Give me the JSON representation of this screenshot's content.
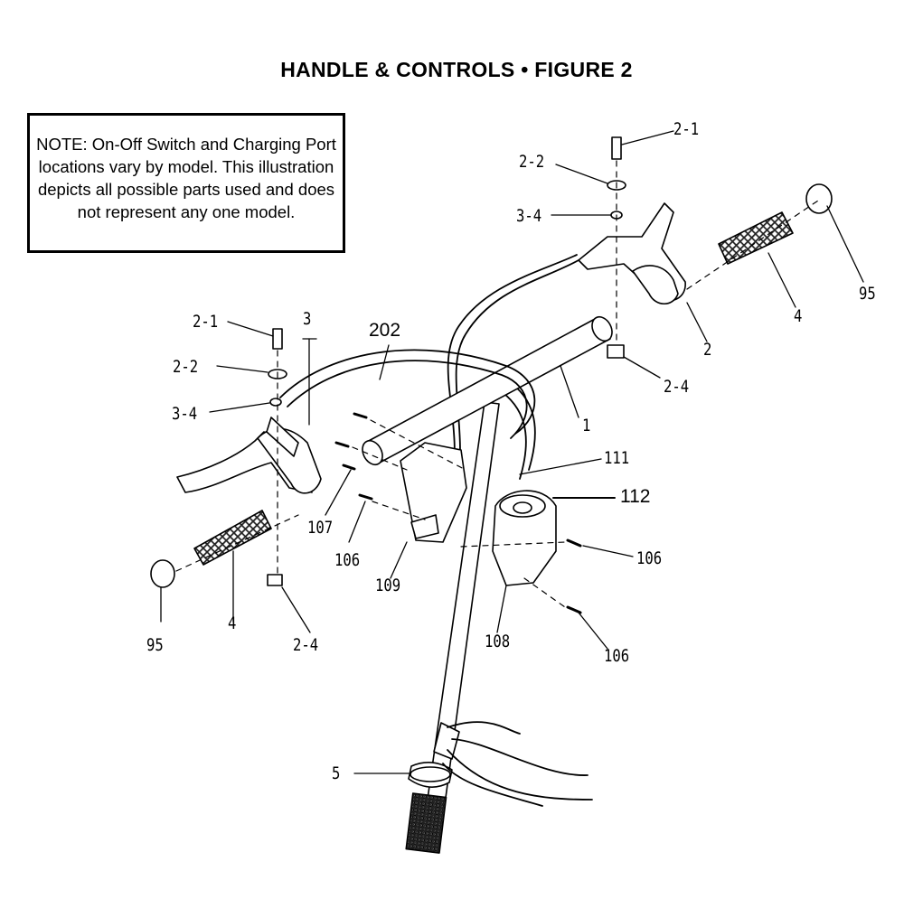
{
  "title": "HANDLE & CONTROLS  •  FIGURE 2",
  "note": "NOTE: On-Off Switch and Charging Port locations vary by model. This illustration depicts all possible parts used and does not represent any one model.",
  "callouts": {
    "c_2_1_right": "2-1",
    "c_2_2_right": "2-2",
    "c_3_4_right": "3-4",
    "c_95_right": "95",
    "c_4_right": "4",
    "c_2": "2",
    "c_2_4_right": "2-4",
    "c_2_1_left": "2-1",
    "c_3": "3",
    "c_202": "202",
    "c_2_2_left": "2-2",
    "c_3_4_left": "3-4",
    "c_1": "1",
    "c_111": "111",
    "c_112": "112",
    "c_107": "107",
    "c_106_left": "106",
    "c_109": "109",
    "c_106_right_upper": "106",
    "c_95_left": "95",
    "c_4_left": "4",
    "c_2_4_left": "2-4",
    "c_108": "108",
    "c_106_right_lower": "106",
    "c_5": "5"
  }
}
